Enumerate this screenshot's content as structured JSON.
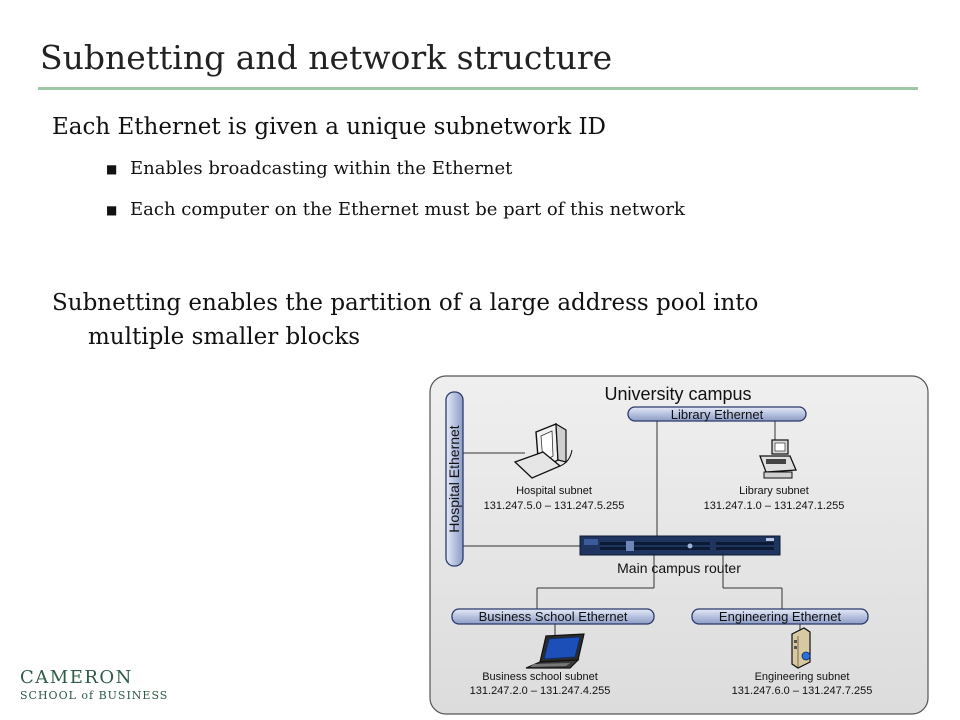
{
  "slide": {
    "title": "Subnetting and network structure",
    "point1": "Each Ethernet is given a unique subnetwork ID",
    "bullets": [
      "Enables broadcasting within the Ethernet",
      "Each computer on the Ethernet must be part of this network"
    ],
    "bullet_glyph": "■",
    "point2_line1": "Subnetting enables the partition of a large address pool into",
    "point2_line2": "multiple smaller blocks"
  },
  "diagram": {
    "title": "University campus",
    "networks": {
      "hospital": "Hospital Ethernet",
      "library": "Library Ethernet",
      "business": "Business School Ethernet",
      "engineering": "Engineering Ethernet"
    },
    "router_label": "Main campus router",
    "subnets": {
      "hospital_name": "Hospital subnet",
      "hospital_range": "131.247.5.0 – 131.247.5.255",
      "library_name": "Library subnet",
      "library_range": "131.247.1.0 – 131.247.1.255",
      "business_name": "Business school subnet",
      "business_range": "131.247.2.0 – 131.247.4.255",
      "engineering_name": "Engineering subnet",
      "engineering_range": "131.247.6.0 – 131.247.7.255"
    },
    "devices": [
      "desktop-computer-icon",
      "workstation-printer-icon",
      "laptop-icon",
      "server-icon",
      "router-icon"
    ]
  },
  "logo": {
    "line1": "CAMERON",
    "line2": "SCHOOL of BUSINESS"
  },
  "colors": {
    "rule": "#9cc8a8",
    "logo": "#2f5b47",
    "panel_fill": "#e8e8e8",
    "ethernet_fill": "#c7cfe6",
    "ethernet_stroke": "#2a3a6a",
    "router_body": "#1f3560"
  }
}
